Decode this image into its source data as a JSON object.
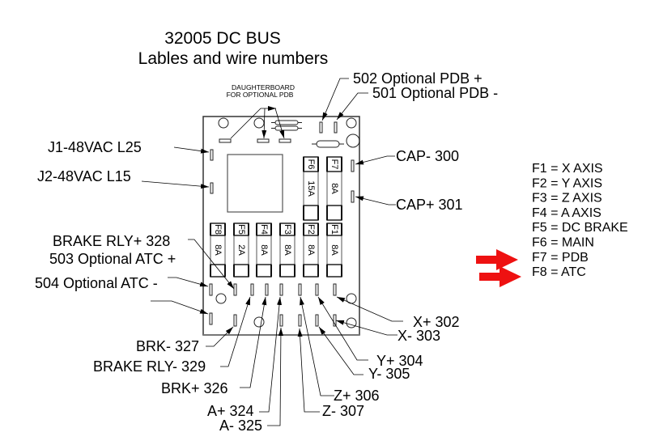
{
  "title": {
    "line1": "32005 DC BUS",
    "line2": "Lables and wire numbers"
  },
  "daughterboard": {
    "line1": "DAUGHTERBOARD",
    "line2": "FOR OPTIONAL PDB"
  },
  "fuses": [
    {
      "id": "F6",
      "rating": "15A"
    },
    {
      "id": "F7",
      "rating": "8A"
    },
    {
      "id": "F8",
      "rating": "8A"
    },
    {
      "id": "F5",
      "rating": "2A"
    },
    {
      "id": "F4",
      "rating": "8A"
    },
    {
      "id": "F3",
      "rating": "8A"
    },
    {
      "id": "F2",
      "rating": "8A"
    },
    {
      "id": "F1",
      "rating": "8A"
    }
  ],
  "labels": {
    "pdb_plus": "502 Optional PDB +",
    "pdb_minus": "501 Optional PDB -",
    "j1": "J1-48VAC  L25",
    "j2": "J2-48VAC  L15",
    "cap_minus": "CAP- 300",
    "cap_plus": "CAP+  301",
    "brake_rly_plus": "BRAKE RLY+ 328",
    "atc_plus": "503 Optional ATC +",
    "atc_minus": "504 Optional ATC -",
    "x_plus": "X+  302",
    "x_minus": "X-  303",
    "y_plus": "Y+  304",
    "y_minus": "Y-   305",
    "z_plus": "Z+  306",
    "z_minus": "Z-   307",
    "brk_minus": "BRK-  327",
    "brake_rly_minus": "BRAKE RLY-  329",
    "brk_plus": "BRK+  326",
    "a_plus": "A+ 324",
    "a_minus": "A- 325"
  },
  "legend": {
    "items": [
      "F1 = X AXIS",
      "F2 = Y AXIS",
      "F3 = Z AXIS",
      "F4 = A AXIS",
      "F5 = DC BRAKE",
      "F6 = MAIN",
      "F7 = PDB",
      "F8 = ATC"
    ],
    "highlighted": [
      "F7 = PDB",
      "F8 = ATC"
    ],
    "arrow_color": "#ee1111"
  }
}
